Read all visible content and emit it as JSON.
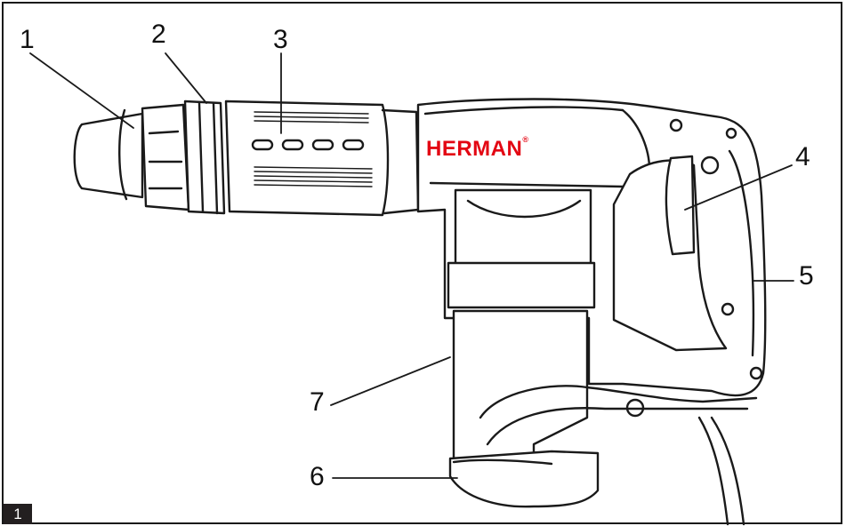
{
  "figure": {
    "number": "1",
    "brand": "HERMAN",
    "brand_mark": "®",
    "brand_color": "#e30613",
    "callouts": [
      "1",
      "2",
      "3",
      "4",
      "5",
      "6",
      "7"
    ]
  }
}
